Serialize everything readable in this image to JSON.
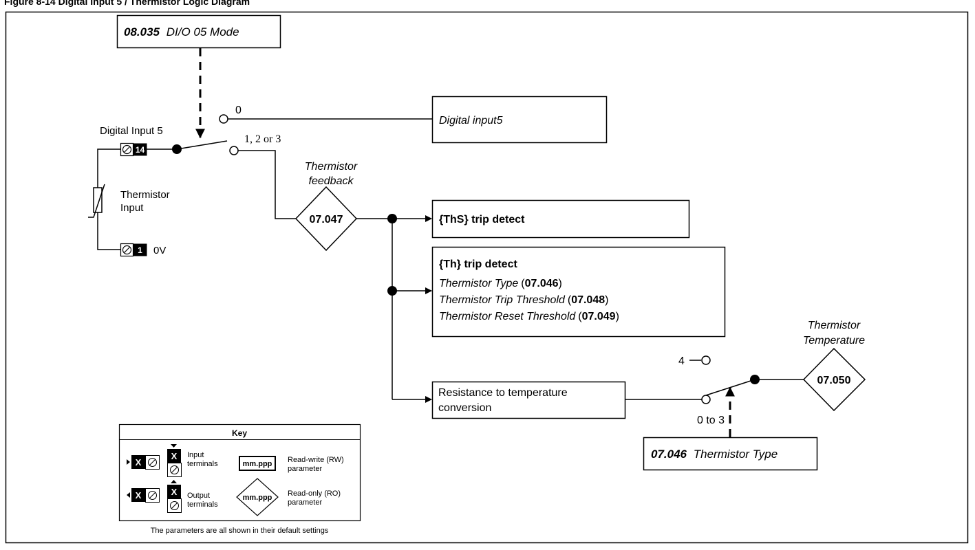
{
  "header_caption": "Figure 8-14 Digital Input 5 / Thermistor Logic Diagram",
  "mode_param": {
    "number": "08.035",
    "name": "DI/O 05 Mode"
  },
  "digital_input": {
    "label": "Digital Input 5",
    "terminal_14": "14",
    "terminal_1": "1",
    "zero_volt": "0V",
    "thermistor_line1": "Thermistor",
    "thermistor_line2": "Input"
  },
  "switch1": {
    "pos0": "0",
    "pos123": "1, 2 or 3"
  },
  "digital_input5_box": "Digital input5",
  "feedback": {
    "line1": "Thermistor",
    "line2": "feedback",
    "param": "07.047"
  },
  "ths_box": "{ThS} trip detect",
  "th_box": {
    "title": "{Th} trip detect",
    "l1_name": "Thermistor Type",
    "l1_param": "07.046",
    "l2_name": "Thermistor Trip Threshold",
    "l2_param": "07.048",
    "l3_name": "Thermistor Reset Threshold",
    "l3_param": "07.049"
  },
  "conversion_box": {
    "line1": "Resistance to temperature",
    "line2": "conversion"
  },
  "switch2": {
    "pos4": "4",
    "pos0to3": "0 to 3"
  },
  "temperature": {
    "line1": "Thermistor",
    "line2": "Temperature",
    "param": "07.050"
  },
  "type_param": {
    "number": "07.046",
    "name": "Thermistor Type"
  },
  "key": {
    "title": "Key",
    "x": "X",
    "input_line1": "Input",
    "input_line2": "terminals",
    "output_line1": "Output",
    "output_line2": "terminals",
    "rw_symbol": "mm.ppp",
    "rw_line1": "Read-write (RW)",
    "rw_line2": "parameter",
    "ro_symbol": "mm.ppp",
    "ro_line1": "Read-only (RO)",
    "ro_line2": "parameter",
    "footer": "The parameters are all shown in their default settings"
  }
}
